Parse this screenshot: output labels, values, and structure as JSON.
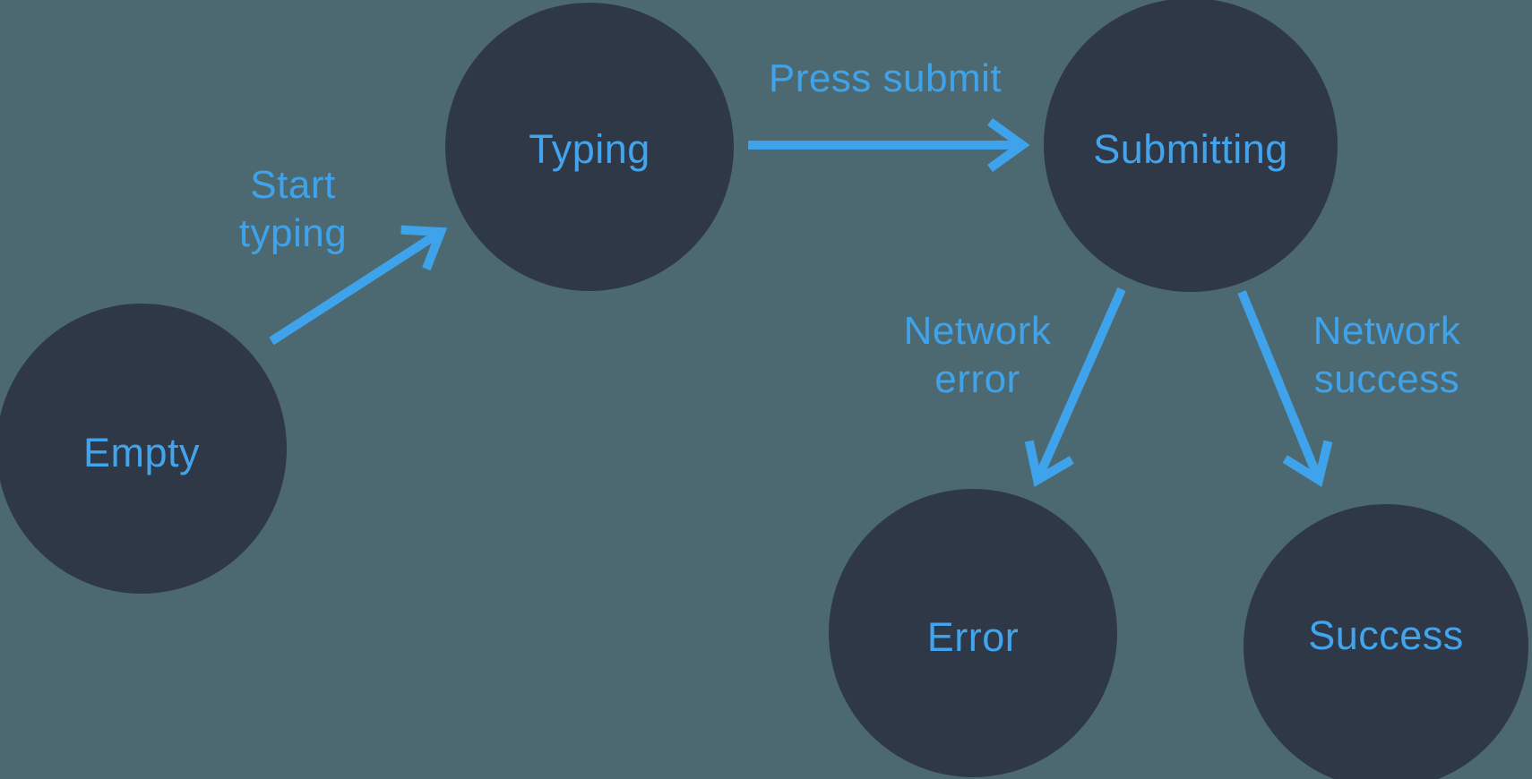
{
  "diagram": {
    "type": "state-machine",
    "states": [
      {
        "id": "empty",
        "label": "Empty"
      },
      {
        "id": "typing",
        "label": "Typing"
      },
      {
        "id": "submitting",
        "label": "Submitting"
      },
      {
        "id": "error",
        "label": "Error"
      },
      {
        "id": "success",
        "label": "Success"
      }
    ],
    "transitions": [
      {
        "from": "empty",
        "to": "typing",
        "label": "Start\ntyping"
      },
      {
        "from": "typing",
        "to": "submitting",
        "label": "Press submit"
      },
      {
        "from": "submitting",
        "to": "error",
        "label": "Network\nerror"
      },
      {
        "from": "submitting",
        "to": "success",
        "label": "Network\nsuccess"
      }
    ],
    "colors": {
      "background": "#4C6971",
      "node_fill": "#2F3847",
      "accent_blue": "#3FA3EB"
    }
  }
}
